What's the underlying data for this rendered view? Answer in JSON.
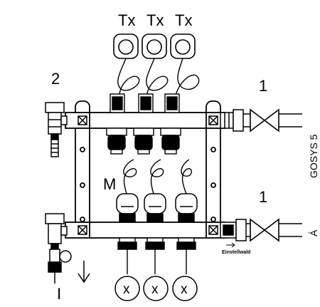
{
  "labels": {
    "tx_1": "Tx",
    "tx_2": "Tx",
    "tx_3": "Tx",
    "callout_2": "2",
    "callout_1_top": "1",
    "callout_1_bottom": "1",
    "callout_M": "M",
    "callout_I": "I",
    "x_1": "x",
    "x_2": "x",
    "x_3": "x",
    "einstell": "Einstellwald",
    "side_top": "GOSYS 5",
    "side_bottom": "Á"
  },
  "icons": [
    "thermostat-tx-icon",
    "actuator-m-icon",
    "valve-icon",
    "drain-arrow-icon",
    "circuit-x-icon"
  ]
}
